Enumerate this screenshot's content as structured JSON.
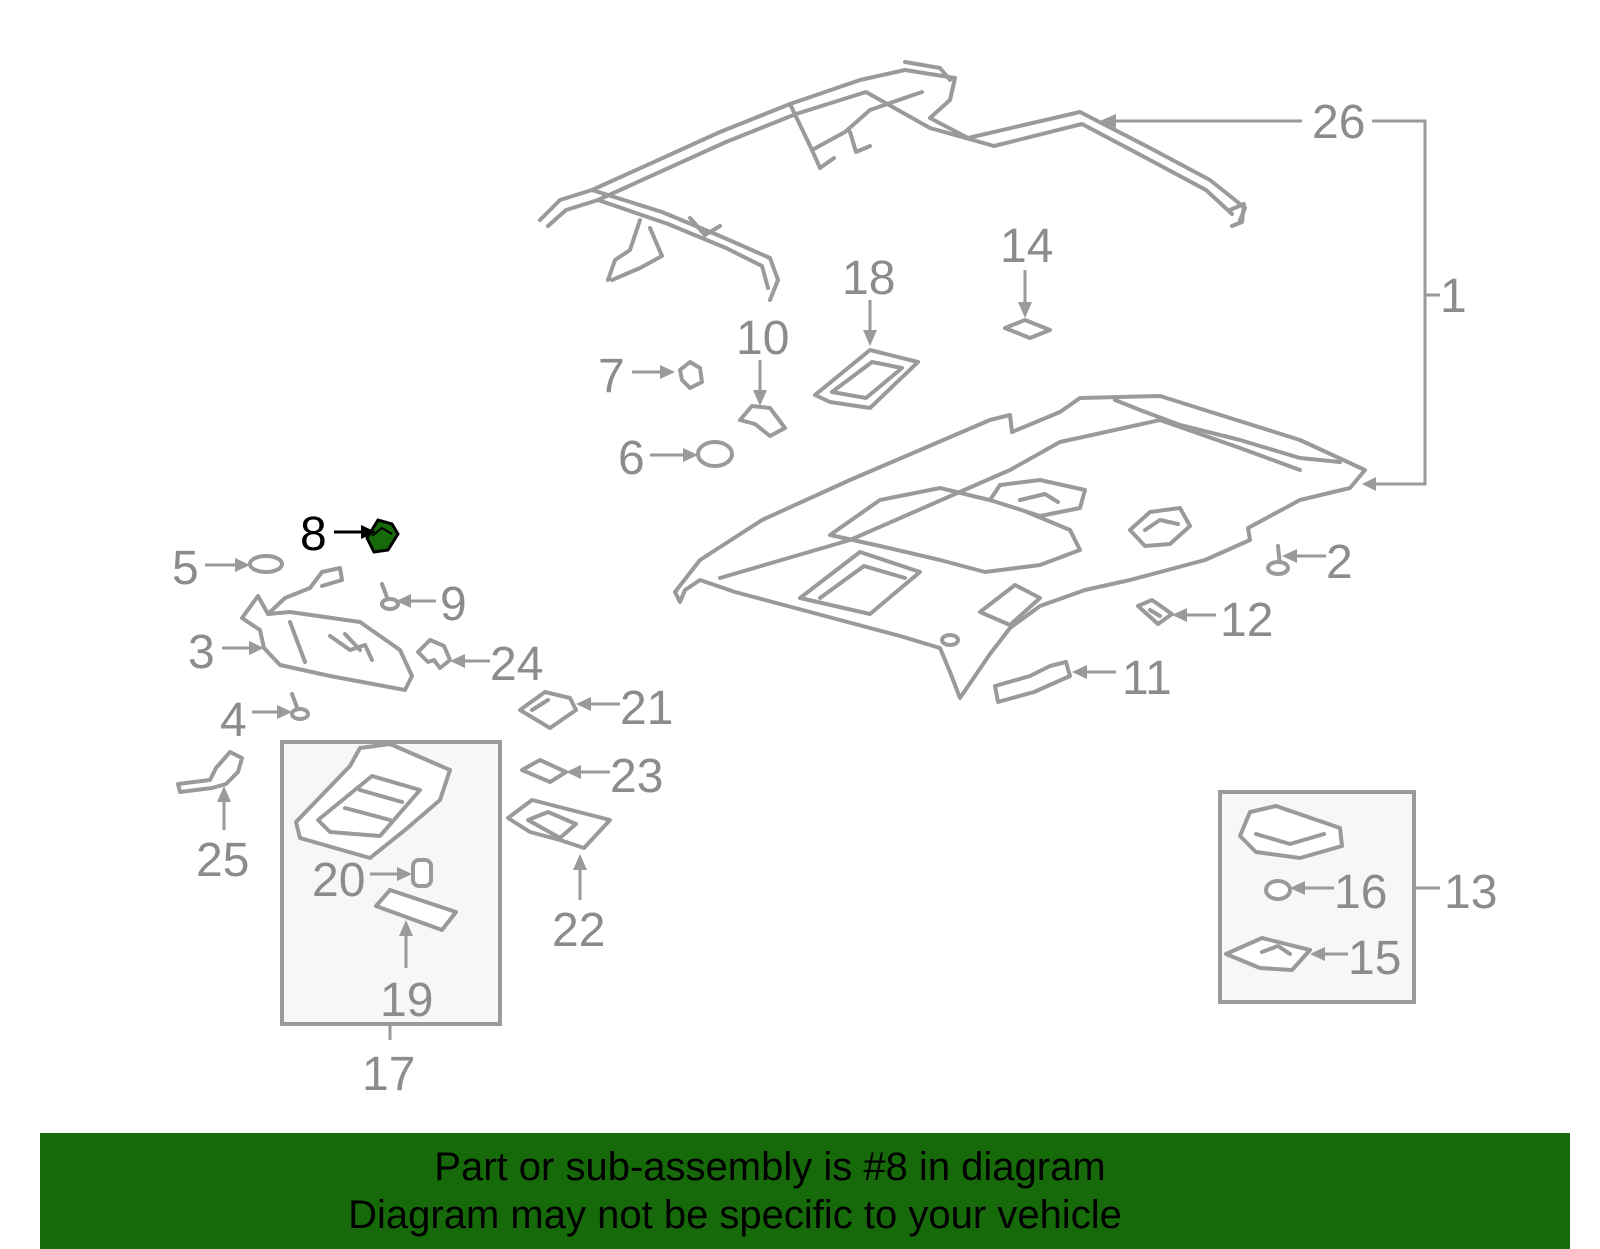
{
  "diagram": {
    "highlight_color": "#176a0a",
    "callouts": {
      "c1": "1",
      "c2": "2",
      "c3": "3",
      "c4": "4",
      "c5": "5",
      "c6": "6",
      "c7": "7",
      "c8": "8",
      "c9": "9",
      "c10": "10",
      "c11": "11",
      "c12": "12",
      "c13": "13",
      "c14": "14",
      "c15": "15",
      "c16": "16",
      "c17": "17",
      "c18": "18",
      "c19": "19",
      "c20": "20",
      "c21": "21",
      "c22": "22",
      "c23": "23",
      "c24": "24",
      "c25": "25",
      "c26": "26"
    }
  },
  "banner": {
    "line1": "Part or sub-assembly is #8 in diagram",
    "line2": "Diagram may not be specific to your vehicle",
    "background": "#176a0a"
  }
}
